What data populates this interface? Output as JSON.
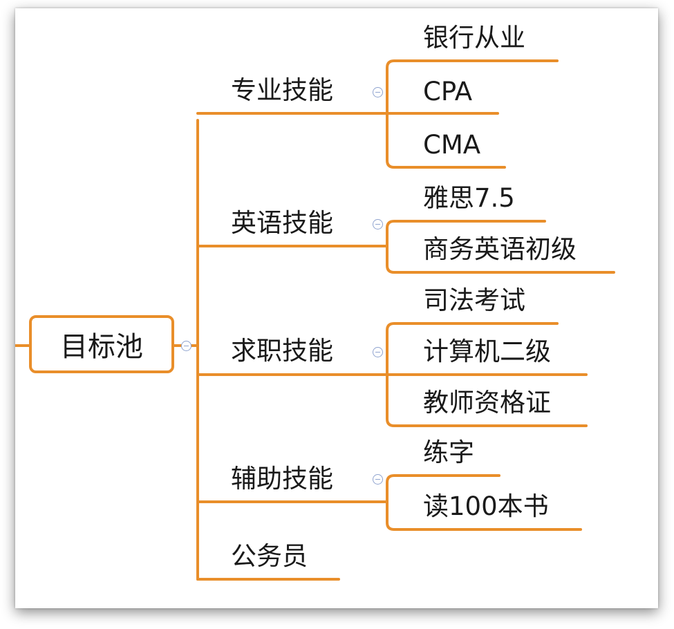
{
  "root": {
    "label": "目标池"
  },
  "branches": [
    {
      "label": "专业技能",
      "children": [
        "银行从业",
        "CPA",
        "CMA"
      ]
    },
    {
      "label": "英语技能",
      "children": [
        "雅思7.5",
        "商务英语初级"
      ]
    },
    {
      "label": "求职技能",
      "children": [
        "司法考试",
        "计算机二级",
        "教师资格证"
      ]
    },
    {
      "label": "辅助技能",
      "children": [
        "练字",
        "读100本书"
      ]
    },
    {
      "label": "公务员",
      "children": []
    }
  ],
  "colors": {
    "branch": "#e98e2a",
    "collapse": "#8fa3cf",
    "text": "#1a1a1a"
  }
}
